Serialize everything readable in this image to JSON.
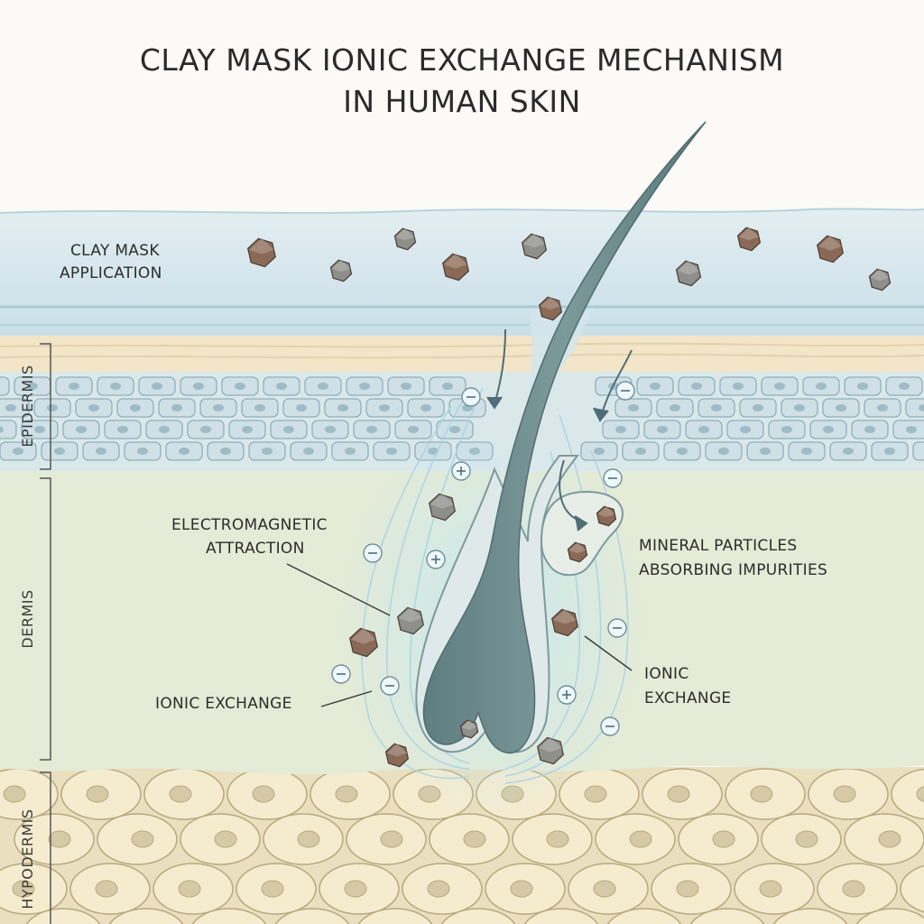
{
  "title": {
    "line1": "CLAY MASK IONIC EXCHANGE MECHANISM",
    "line2": "IN HUMAN SKIN"
  },
  "labels": {
    "clay_mask": [
      "CLAY MASK",
      "APPLICATION"
    ],
    "electromagnetic": [
      "ELECTROMAGNETIC",
      "ATTRACTION"
    ],
    "ionic_left": "IONIC EXCHANGE",
    "mineral": [
      "MINERAL PARTICLES",
      "ABSORBING IMPURITIES"
    ],
    "ionic_right": [
      "IONIC",
      "EXCHANGE"
    ]
  },
  "layers": {
    "epidermis": "EPIDERMIS",
    "dermis": "DERMIS",
    "hypodermis": "HYPODERMIS"
  },
  "ions": {
    "negative": "−",
    "positive": "+"
  },
  "colors": {
    "clay_layer": "#cfe3ea",
    "stratum_corneum": "#f1e4c8",
    "epidermis_cells": "#cfe0e6",
    "dermis": "#e6ecd9",
    "hypodermis": "#f3e8c9",
    "hair": "#6e8c8e",
    "particle_brown": "#8a6a56",
    "particle_gray": "#8e8e8a",
    "glow": "#a8d8ec"
  }
}
